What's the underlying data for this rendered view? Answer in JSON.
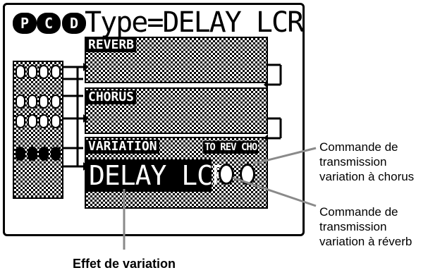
{
  "screen": {
    "header_icons": [
      "P",
      "C",
      "D"
    ],
    "type_title": "Type=DELAY LCR"
  },
  "blocks": {
    "reverb_label": "REVERB",
    "chorus_label": "CHORUS",
    "variation_label": "VARIATION",
    "send_label": "TO REV CHO",
    "variation_value": "DELAY LCR"
  },
  "callouts": {
    "send_to_chorus": [
      "Commande de",
      "transmission",
      "variation à chorus"
    ],
    "send_to_reverb": [
      "Commande de",
      "transmission",
      "variation à réverb"
    ],
    "variation_effect": "Effet de variation"
  }
}
